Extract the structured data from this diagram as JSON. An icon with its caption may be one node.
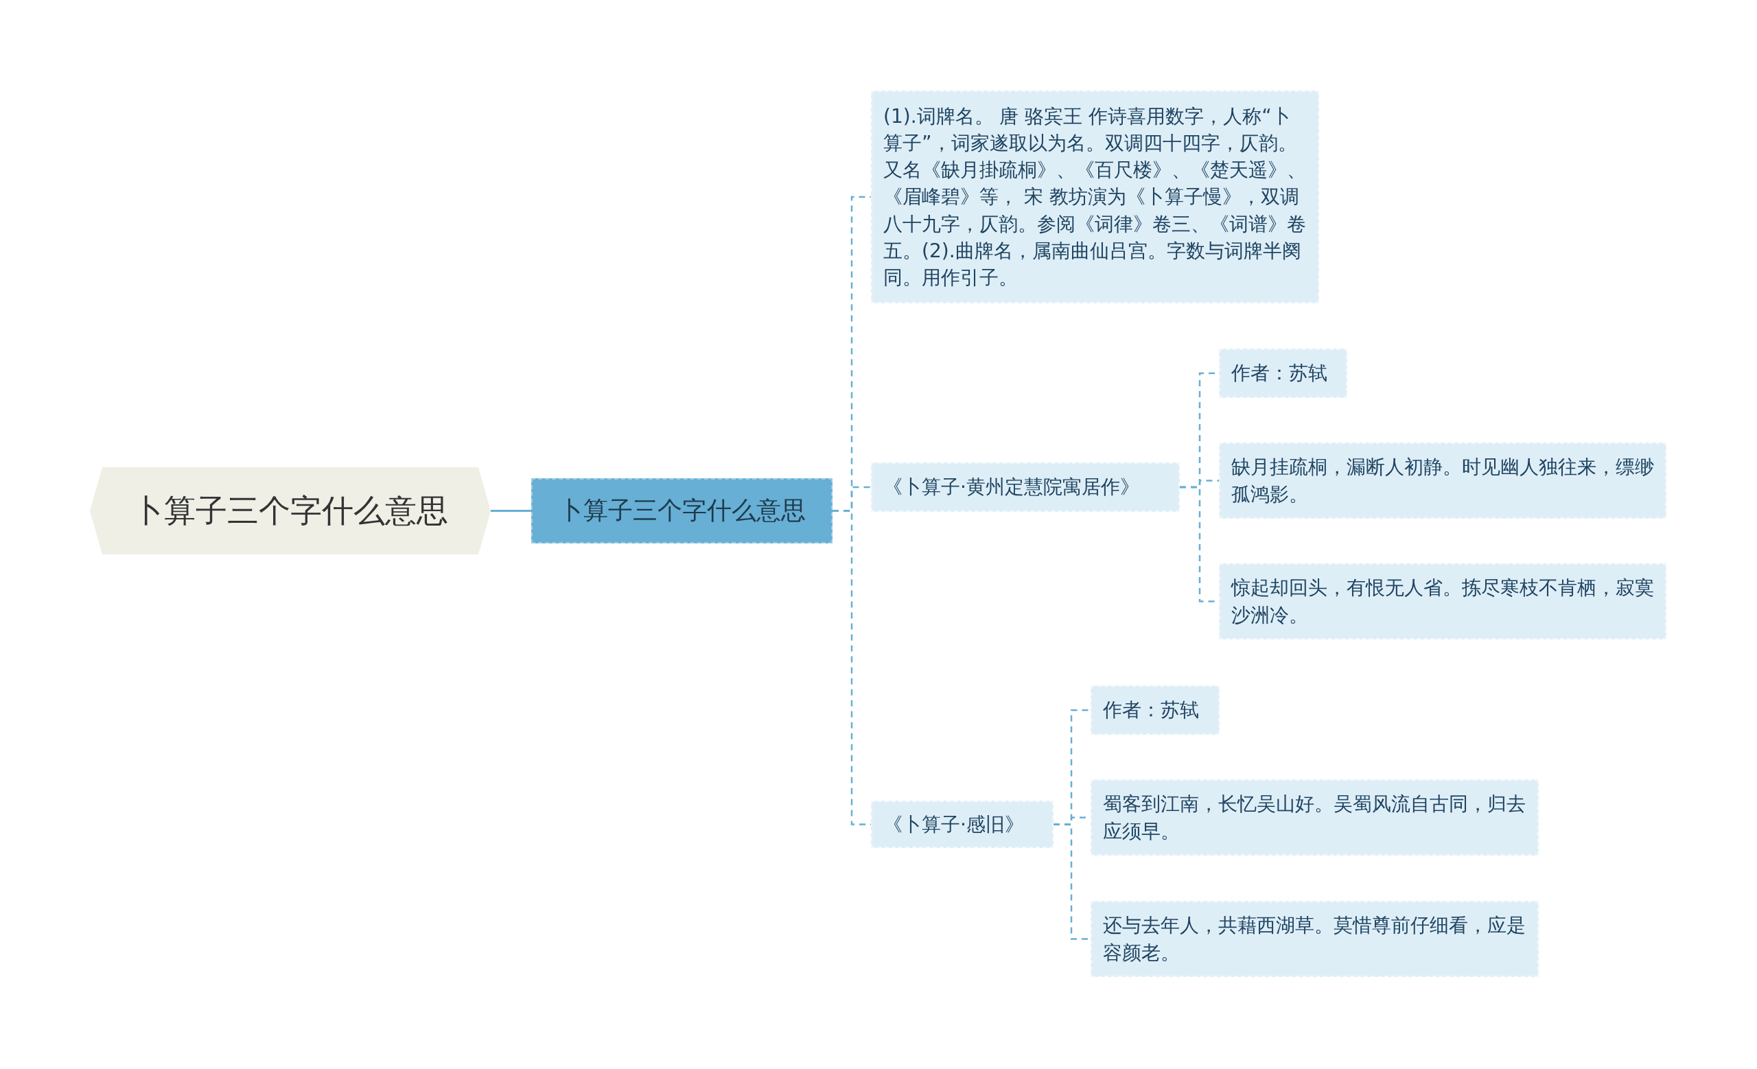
{
  "diagram": {
    "nodes": [
      {
        "text": [
          "卜算子三个字什么意思"
        ]
      },
      {
        "text": [
          "卜算子三个字什么意思"
        ]
      },
      {
        "text": [
          "(1).词牌名。 唐 骆宾王 作诗喜用数字，人称“卜算子”，词家遂取以为名。双调四十四字，仄韵。又名《缺月掛疏桐》、《百尺楼》、《楚天遥》、《眉峰碧》等， 宋 教坊演为《卜算子慢》，双调八十九字，仄韵。参阅《词律》卷三、《词谱》卷五。(2).曲牌名，属南曲仙吕宫。字数与词牌半阕同。用作引子。"
        ]
      },
      {
        "text": [
          "《卜算子·黄州定慧院寓居作》"
        ]
      },
      {
        "text": [
          "作者：苏轼"
        ]
      },
      {
        "text": [
          "缺月挂疏桐，漏断人初静。时见幽人独往来，缥缈孤鸿影。"
        ]
      },
      {
        "text": [
          "惊起却回头，有恨无人省。拣尽寒枝不肯栖，寂寞沙洲冷。"
        ]
      },
      {
        "text": [
          "《卜算子·感旧》"
        ]
      },
      {
        "text": [
          "作者：苏轼"
        ]
      },
      {
        "text": [
          "蜀客到江南，长忆吴山好。吴蜀风流自古同，归去应须早。"
        ]
      },
      {
        "text": [
          "还与去年人，共藉西湖草。莫惜尊前仔细看，应是容颜老。"
        ]
      }
    ],
    "edges": [
      {
        "from": 0,
        "to": 1,
        "arrow": "none"
      },
      {
        "from": 1,
        "to": 2,
        "arrow": "none",
        "style": "dashed"
      },
      {
        "from": 1,
        "to": 3,
        "arrow": "none",
        "style": "dashed"
      },
      {
        "from": 1,
        "to": 7,
        "arrow": "none",
        "style": "dashed"
      },
      {
        "from": 3,
        "to": 4,
        "arrow": "none",
        "style": "dashed"
      },
      {
        "from": 3,
        "to": 5,
        "arrow": "none",
        "style": "dashed"
      },
      {
        "from": 3,
        "to": 6,
        "arrow": "none",
        "style": "dashed"
      },
      {
        "from": 7,
        "to": 8,
        "arrow": "none",
        "style": "dashed"
      },
      {
        "from": 7,
        "to": 9,
        "arrow": "none",
        "style": "dashed"
      },
      {
        "from": 7,
        "to": 10,
        "arrow": "none",
        "style": "dashed"
      }
    ]
  }
}
